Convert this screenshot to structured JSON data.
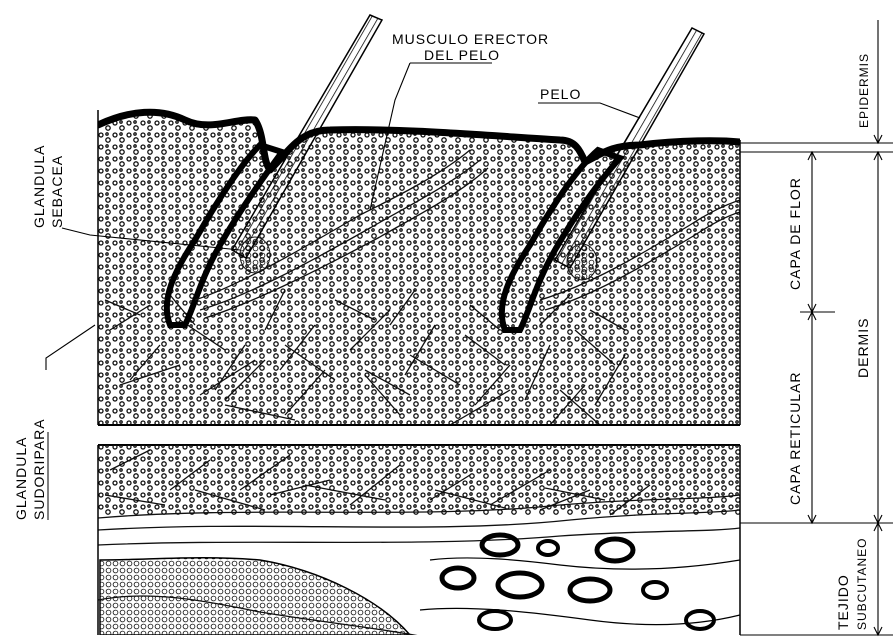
{
  "labels": {
    "musculo_line1": "MUSCULO ERECTOR",
    "musculo_line2": "DEL PELO",
    "pelo": "PELO",
    "glandula_sebacea_line1": "GLANDULA",
    "glandula_sebacea_line2": "SEBACEA",
    "glandula_sudoripara_line1": "GLANDULA",
    "glandula_sudoripara_line2": "SUDORIPARA",
    "epidermis": "EPIDERMIS",
    "capa_de_flor": "CAPA DE FLOR",
    "capa_reticular": "CAPA RETICULAR",
    "dermis": "DERMIS",
    "tejido": "TEJIDO",
    "subcutaneo": "SUBCUTANEO"
  },
  "colors": {
    "ink": "#000000",
    "background": "#ffffff"
  }
}
